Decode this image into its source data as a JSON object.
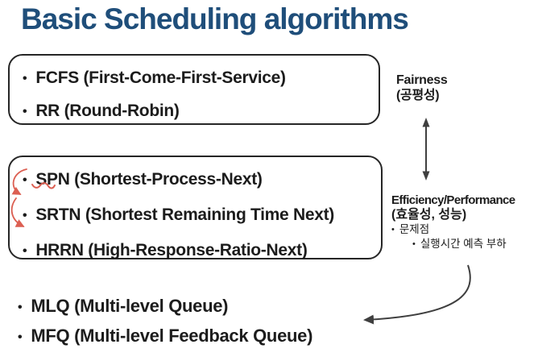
{
  "title": "Basic Scheduling algorithms",
  "glyphs": {
    "bullet": "•"
  },
  "colors": {
    "title_blue": "#1F4E7A",
    "text_black": "#1c1c1c",
    "box_border": "#262626",
    "arrow_gray": "#3f3f3f",
    "annotation_red": "#dc5f52",
    "background": "#ffffff"
  },
  "basic_box": {
    "items": [
      "FCFS (First-Come-First-Service)",
      "RR (Round-Robin)"
    ]
  },
  "advanced_box": {
    "items": [
      "SPN (Shortest-Process-Next)",
      "SRTN (Shortest Remaining Time Next)",
      "HRRN (High-Response-Ratio-Next)"
    ]
  },
  "tradeoff_axis": {
    "top_label": "Fairness",
    "top_label_korean": "(공평성)",
    "bottom_label": "Efficiency/Performance",
    "bottom_label_korean": "(효율성, 성능)",
    "notes": [
      "문제점",
      "실행시간 예측 부하"
    ]
  },
  "bottom_list": {
    "items": [
      "MLQ (Multi-level Queue)",
      "MFQ (Multi-level Feedback Queue)"
    ]
  }
}
